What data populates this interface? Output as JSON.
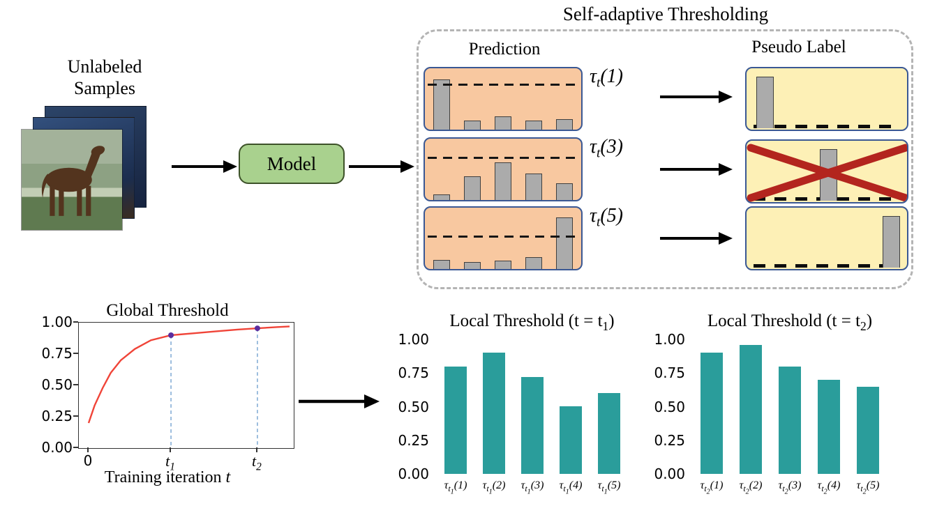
{
  "colors": {
    "prediction_fill": "#f8c8a0",
    "pseudo_fill": "#fdf0b6",
    "box_border": "#3a5894",
    "model_fill": "#a9d18e",
    "model_border": "#3d5229",
    "bar_fill": "#ababab",
    "bar_border": "#3f3f3f",
    "cross_red": "#b3251e",
    "teal": "#2a9d9b",
    "curve_red": "#f04438",
    "marker_purple": "#5b2d9e",
    "dash_blue": "#85aed6",
    "dashed_border_gray": "#b4b4b4"
  },
  "left": {
    "unlabeled_line1": "Unlabeled",
    "unlabeled_line2": "Samples",
    "model_label": "Model"
  },
  "thresholding": {
    "title": "Self-adaptive Thresholding",
    "prediction_label": "Prediction",
    "pseudo_label": "Pseudo Label",
    "prediction_rows": [
      {
        "label": {
          "base": "τ",
          "sub": "t",
          "arg": "(1)"
        },
        "threshold": 0.75,
        "bars": [
          0.86,
          0.16,
          0.23,
          0.16,
          0.18
        ]
      },
      {
        "label": {
          "base": "τ",
          "sub": "t",
          "arg": "(3)"
        },
        "threshold": 0.7,
        "bars": [
          0.09,
          0.41,
          0.64,
          0.45,
          0.28
        ]
      },
      {
        "label": {
          "base": "τ",
          "sub": "t",
          "arg": "(5)"
        },
        "threshold": 0.55,
        "bars": [
          0.16,
          0.12,
          0.14,
          0.2,
          0.88
        ]
      }
    ],
    "pseudo_rows": [
      {
        "class_index": 1,
        "bar_index": 0,
        "bar_value": 0.88,
        "rejected": false
      },
      {
        "class_index": 3,
        "bar_index": 2,
        "bar_value": 0.88,
        "rejected": true
      },
      {
        "class_index": 5,
        "bar_index": 4,
        "bar_value": 0.88,
        "rejected": false
      }
    ]
  },
  "chart_data": [
    {
      "type": "line",
      "title": "Global Threshold",
      "xlabel_pre": "Training iteration ",
      "xlabel_var": "t",
      "x": [
        0,
        0.03,
        0.07,
        0.11,
        0.16,
        0.23,
        0.31,
        0.41,
        0.52,
        0.63,
        0.74,
        0.84,
        0.94,
        1.0
      ],
      "y": [
        0.2,
        0.34,
        0.48,
        0.6,
        0.7,
        0.79,
        0.86,
        0.9,
        0.915,
        0.93,
        0.945,
        0.955,
        0.965,
        0.97
      ],
      "ylim": [
        0,
        1
      ],
      "yticks": [
        "1.00",
        "0.75",
        "0.50",
        "0.25",
        "0.00"
      ],
      "xticks": [
        {
          "label": "0"
        },
        {
          "label": "t",
          "sub": "1"
        },
        {
          "label": "t",
          "sub": "2"
        }
      ],
      "xtick_pos": [
        0,
        0.41,
        0.84
      ],
      "markers": [
        {
          "x": 0.41,
          "y": 0.9
        },
        {
          "x": 0.84,
          "y": 0.955
        }
      ]
    },
    {
      "type": "bar",
      "title_pre": "Local Threshold (t = t",
      "title_sub": "1",
      "title_post": ")",
      "categories": [
        {
          "base": "τ",
          "sub": "t",
          "subsub": "1",
          "arg": "(1)"
        },
        {
          "base": "τ",
          "sub": "t",
          "subsub": "1",
          "arg": "(2)"
        },
        {
          "base": "τ",
          "sub": "t",
          "subsub": "1",
          "arg": "(3)"
        },
        {
          "base": "τ",
          "sub": "t",
          "subsub": "1",
          "arg": "(4)"
        },
        {
          "base": "τ",
          "sub": "t",
          "subsub": "1",
          "arg": "(5)"
        }
      ],
      "values": [
        0.8,
        0.9,
        0.72,
        0.5,
        0.6
      ],
      "ylim": [
        0,
        1
      ],
      "yticks": [
        "1.00",
        "0.75",
        "0.50",
        "0.25",
        "0.00"
      ]
    },
    {
      "type": "bar",
      "title_pre": "Local Threshold (t = t",
      "title_sub": "2",
      "title_post": ")",
      "categories": [
        {
          "base": "τ",
          "sub": "t",
          "subsub": "2",
          "arg": "(1)"
        },
        {
          "base": "τ",
          "sub": "t",
          "subsub": "2",
          "arg": "(2)"
        },
        {
          "base": "τ",
          "sub": "t",
          "subsub": "2",
          "arg": "(3)"
        },
        {
          "base": "τ",
          "sub": "t",
          "subsub": "2",
          "arg": "(4)"
        },
        {
          "base": "τ",
          "sub": "t",
          "subsub": "2",
          "arg": "(5)"
        }
      ],
      "values": [
        0.9,
        0.96,
        0.8,
        0.7,
        0.65
      ],
      "ylim": [
        0,
        1
      ],
      "yticks": [
        "1.00",
        "0.75",
        "0.50",
        "0.25",
        "0.00"
      ]
    }
  ]
}
